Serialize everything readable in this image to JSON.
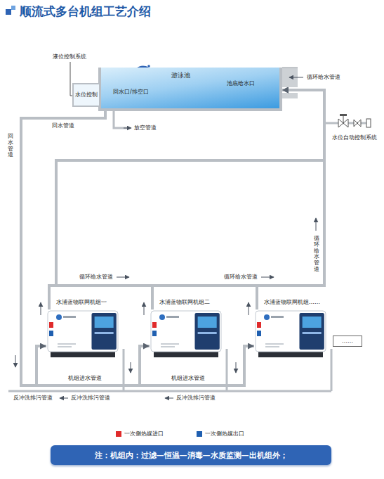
{
  "diagram": {
    "title": "顺流式多台机组工艺介绍",
    "caption": "注：机组内：过滤—恒温—消毒—水质监测—出机组外；",
    "nodes": [
      {
        "text": [
          "游泳池"
        ]
      },
      {
        "text": [
          "水位控制"
        ]
      },
      {
        "text": [
          "水浦蓝物联网机组一"
        ]
      },
      {
        "text": [
          "水浦蓝物联网机组二"
        ]
      },
      {
        "text": [
          "水浦蓝物联网机组……"
        ]
      },
      {
        "text": [
          "……"
        ]
      }
    ],
    "edges": [
      {
        "from": 0,
        "to": 2,
        "arrow": "to"
      },
      {
        "from": 0,
        "to": 3,
        "arrow": "to"
      },
      {
        "from": 0,
        "to": 4,
        "arrow": "to"
      },
      {
        "from": 2,
        "to": 0,
        "arrow": "to"
      },
      {
        "from": 3,
        "to": 0,
        "arrow": "to"
      },
      {
        "from": 4,
        "to": 0,
        "arrow": "to"
      }
    ],
    "labels": [
      "液位控制系统",
      "回水口/排空口",
      "池底给水口",
      "循环给水管道",
      "回水管道",
      "放空管道",
      "回水管道",
      "水位自动控制系统",
      "循环给水管道",
      "循环给水管道",
      "循环给水管道",
      "机组进水管道",
      "机组进水管道",
      "反冲洗排污管道",
      "反冲洗排污管道",
      "反冲洗排污管道"
    ],
    "legend": [
      {
        "text": "一次侧热媒进口",
        "color": "#e02b2b"
      },
      {
        "text": "一次侧热媒出口",
        "color": "#1f5fb0"
      }
    ]
  }
}
